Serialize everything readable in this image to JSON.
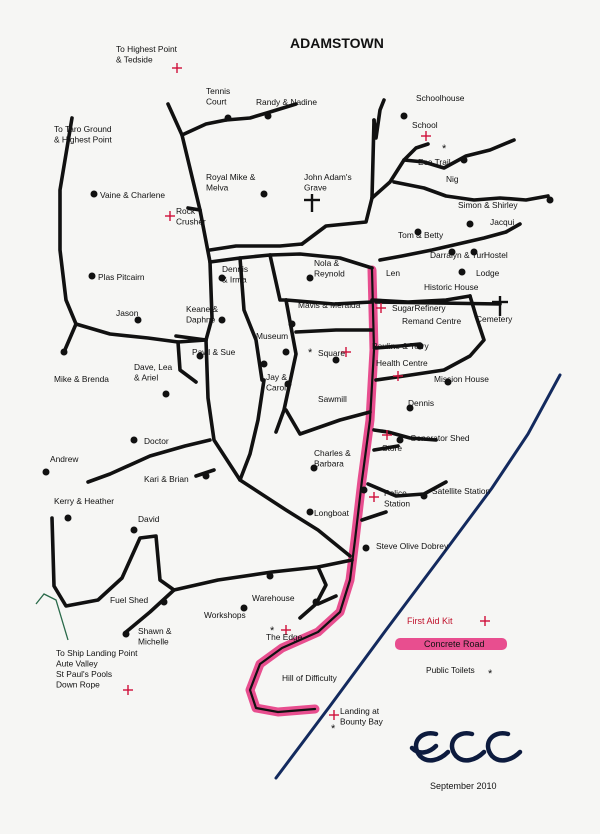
{
  "map": {
    "title": "ADAMSTOWN",
    "date": "September 2010",
    "places": [
      {
        "id": "highest-point",
        "lines": [
          "To Highest Point",
          "& Tedside"
        ]
      },
      {
        "id": "taro-ground",
        "lines": [
          "To Taro Ground",
          "& Highest Point"
        ]
      },
      {
        "id": "tennis-court",
        "lines": [
          "Tennis",
          "Court"
        ]
      },
      {
        "id": "randy-nadine",
        "lines": [
          "Randy & Nadine"
        ]
      },
      {
        "id": "schoolhouse",
        "lines": [
          "Schoolhouse"
        ]
      },
      {
        "id": "school",
        "lines": [
          "School"
        ]
      },
      {
        "id": "eco-trail",
        "lines": [
          "Eco Trail"
        ]
      },
      {
        "id": "nig",
        "lines": [
          "Nig"
        ]
      },
      {
        "id": "simon-shirley",
        "lines": [
          "Simon & Shirley"
        ]
      },
      {
        "id": "jacqui",
        "lines": [
          "Jacqui"
        ]
      },
      {
        "id": "royal-mike-melva",
        "lines": [
          "Royal Mike &",
          "Melva"
        ]
      },
      {
        "id": "john-adams-grave",
        "lines": [
          "John Adam's",
          "Grave"
        ]
      },
      {
        "id": "vaine-charlene",
        "lines": [
          "Vaine & Charlene"
        ]
      },
      {
        "id": "rock-crusher",
        "lines": [
          "Rock",
          "Crusher"
        ]
      },
      {
        "id": "tom-betty",
        "lines": [
          "Tom & Betty"
        ]
      },
      {
        "id": "darralyn-turi",
        "lines": [
          "Darralyn & Turi"
        ]
      },
      {
        "id": "hostel",
        "lines": [
          "Hostel"
        ]
      },
      {
        "id": "lodge",
        "lines": [
          "Lodge"
        ]
      },
      {
        "id": "historic-house",
        "lines": [
          "Historic House"
        ]
      },
      {
        "id": "plas-pitcairn",
        "lines": [
          "Plas Pitcairn"
        ]
      },
      {
        "id": "dennis-irma",
        "lines": [
          "Dennis",
          "& Irma"
        ]
      },
      {
        "id": "nola-reynold",
        "lines": [
          "Nola &",
          "Reynold"
        ]
      },
      {
        "id": "len",
        "lines": [
          "Len"
        ]
      },
      {
        "id": "sugar-refinery",
        "lines": [
          "SugarRefinery"
        ]
      },
      {
        "id": "remand-centre",
        "lines": [
          "Remand Centre"
        ]
      },
      {
        "id": "cemetery",
        "lines": [
          "Cemetery"
        ]
      },
      {
        "id": "jason",
        "lines": [
          "Jason"
        ]
      },
      {
        "id": "keane-daphne",
        "lines": [
          "Keane &",
          "Daphne"
        ]
      },
      {
        "id": "mavis-meralda",
        "lines": [
          "Mavis & Meralda"
        ]
      },
      {
        "id": "museum",
        "lines": [
          "Museum"
        ]
      },
      {
        "id": "square",
        "lines": [
          "Square"
        ]
      },
      {
        "id": "pauline-terry",
        "lines": [
          "Pauline & Terry"
        ]
      },
      {
        "id": "health-centre",
        "lines": [
          "Health Centre"
        ]
      },
      {
        "id": "pawl-sue",
        "lines": [
          "Pawl & Sue"
        ]
      },
      {
        "id": "mike-brenda",
        "lines": [
          "Mike & Brenda"
        ]
      },
      {
        "id": "dave-lea-ariel",
        "lines": [
          "Dave, Lea",
          "& Ariel"
        ]
      },
      {
        "id": "jay-carol",
        "lines": [
          "Jay &",
          "Carol"
        ]
      },
      {
        "id": "mission-house",
        "lines": [
          "Mission House"
        ]
      },
      {
        "id": "sawmill",
        "lines": [
          "Sawmill"
        ]
      },
      {
        "id": "dennis",
        "lines": [
          "Dennis"
        ]
      },
      {
        "id": "doctor",
        "lines": [
          "Doctor"
        ]
      },
      {
        "id": "store",
        "lines": [
          "Store"
        ]
      },
      {
        "id": "generator-shed",
        "lines": [
          "Generator Shed"
        ]
      },
      {
        "id": "charles-barbara",
        "lines": [
          "Charles &",
          "Barbara"
        ]
      },
      {
        "id": "andrew",
        "lines": [
          "Andrew"
        ]
      },
      {
        "id": "kari-brian",
        "lines": [
          "Kari & Brian"
        ]
      },
      {
        "id": "satellite-station",
        "lines": [
          "Satellite Station"
        ]
      },
      {
        "id": "police-station",
        "lines": [
          "Police",
          "Station"
        ]
      },
      {
        "id": "kerry-heather",
        "lines": [
          "Kerry & Heather"
        ]
      },
      {
        "id": "longboat",
        "lines": [
          "Longboat"
        ]
      },
      {
        "id": "david",
        "lines": [
          "David"
        ]
      },
      {
        "id": "steve-olive-dobrey",
        "lines": [
          "Steve Olive Dobrey"
        ]
      },
      {
        "id": "fuel-shed",
        "lines": [
          "Fuel Shed"
        ]
      },
      {
        "id": "warehouse",
        "lines": [
          "Warehouse"
        ]
      },
      {
        "id": "workshops",
        "lines": [
          "Workshops"
        ]
      },
      {
        "id": "the-edge",
        "lines": [
          "The Edge"
        ]
      },
      {
        "id": "shawn-michelle",
        "lines": [
          "Shawn &",
          "Michelle"
        ]
      },
      {
        "id": "ship-landing",
        "lines": [
          "To Ship Landing Point",
          "Aute Valley",
          "St Paul's Pools",
          "Down Rope"
        ]
      },
      {
        "id": "hill-of-difficulty",
        "lines": [
          "Hill of Difficulty"
        ]
      },
      {
        "id": "landing-bounty-bay",
        "lines": [
          "Landing at",
          "Bounty Bay"
        ]
      }
    ],
    "legend": {
      "first_aid": "First Aid Kit",
      "concrete_road": "Concrete Road",
      "public_toilets": "Public Toilets"
    },
    "colors": {
      "concrete_road": "#e5307d",
      "first_aid": "#c0102a",
      "coast": "#132a5e",
      "road": "#111111"
    }
  }
}
